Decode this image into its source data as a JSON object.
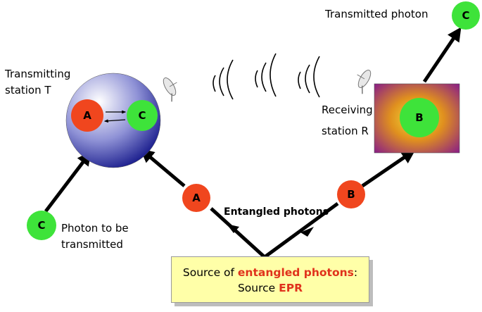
{
  "labels": {
    "transmitted_photon": "Transmitted photon",
    "transmitting_station_line1": "Transmitting",
    "transmitting_station_line2": "station T",
    "receiving_station_line1": "Receiving",
    "receiving_station_line2": "station R",
    "photon_to_transmit_line1": "Photon to be",
    "photon_to_transmit_line2": "transmitted",
    "entangled_photons": "Entangled photons"
  },
  "source_box": {
    "line1_prefix": "Source of ",
    "line1_highlight": "entangled photons",
    "line1_suffix": ":",
    "line2_prefix": "Source ",
    "line2_highlight": "EPR"
  },
  "photons": {
    "a_in_station": "A",
    "c_in_station": "C",
    "b_in_station": "B",
    "c_transmitted": "C",
    "c_input": "C",
    "a_entangled": "A",
    "b_entangled": "B"
  },
  "colors": {
    "photon_red": "#f0461e",
    "photon_green": "#3ee33a",
    "highlight_red": "#e0321c",
    "source_box_bg": "#ffffa8",
    "station_t_edge": "#1a1a8a",
    "station_r_edge": "#7a1a7a"
  },
  "icons": [
    "satellite-dish-icon",
    "radio-waves-icon"
  ]
}
